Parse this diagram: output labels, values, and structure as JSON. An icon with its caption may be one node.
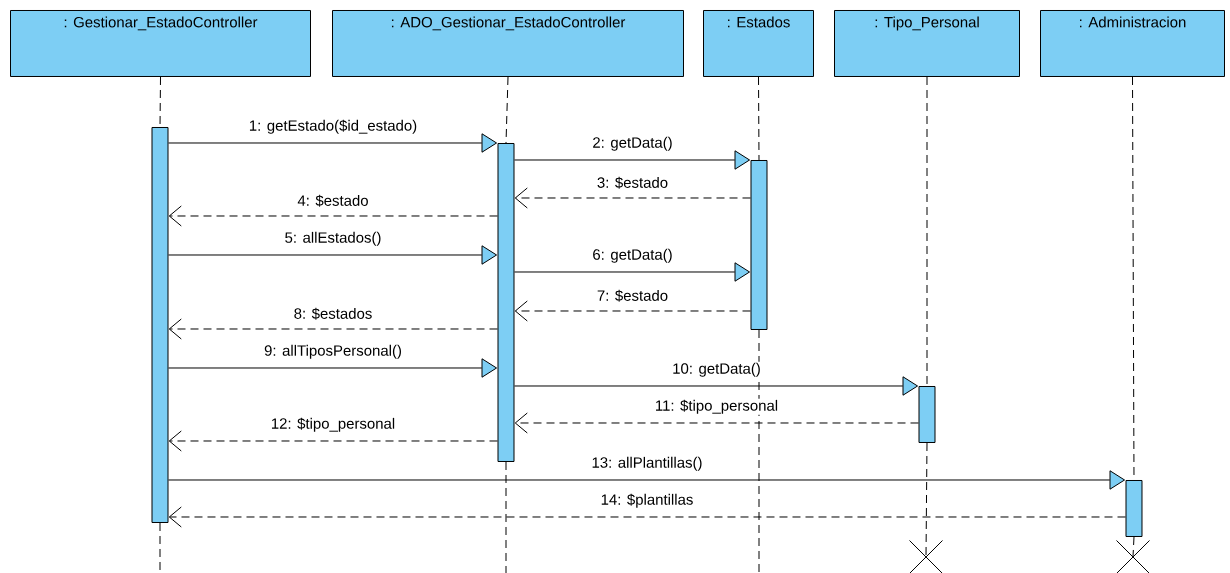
{
  "diagram": {
    "nodes": [
      {
        "text": [
          ": Gestionar_EstadoController"
        ]
      },
      {
        "text": [
          ": ADO_Gestionar_EstadoController"
        ]
      },
      {
        "text": [
          ": Estados"
        ]
      },
      {
        "text": [
          ": Tipo_Personal"
        ]
      },
      {
        "text": [
          ": Administracion"
        ]
      },
      {
        "text": [],
        "shape": "bar"
      },
      {
        "text": [],
        "shape": "bar"
      },
      {
        "text": [],
        "shape": "bar"
      },
      {
        "text": [],
        "shape": "bar"
      },
      {
        "text": [],
        "shape": "bar"
      },
      {
        "text": [],
        "shape": "cross"
      },
      {
        "text": [],
        "shape": "cross"
      }
    ],
    "edges": [
      {
        "from": 5,
        "to": 6,
        "arrow": "to",
        "label": "1: getEstado($id_estado)"
      },
      {
        "from": 6,
        "to": 7,
        "arrow": "to",
        "label": "2: getData()"
      },
      {
        "from": 7,
        "to": 6,
        "arrow": "to",
        "label": "3: $estado",
        "style": "dashed"
      },
      {
        "from": 6,
        "to": 5,
        "arrow": "to",
        "label": "4: $estado",
        "style": "dashed"
      },
      {
        "from": 5,
        "to": 6,
        "arrow": "to",
        "label": "5: allEstados()"
      },
      {
        "from": 6,
        "to": 7,
        "arrow": "to",
        "label": "6: getData()"
      },
      {
        "from": 7,
        "to": 6,
        "arrow": "to",
        "label": "7: $estado",
        "style": "dashed"
      },
      {
        "from": 6,
        "to": 5,
        "arrow": "to",
        "label": "8: $estados",
        "style": "dashed"
      },
      {
        "from": 5,
        "to": 6,
        "arrow": "to",
        "label": "9: allTiposPersonal()"
      },
      {
        "from": 6,
        "to": 8,
        "arrow": "to",
        "label": "10: getData()"
      },
      {
        "from": 8,
        "to": 6,
        "arrow": "to",
        "label": "11: $tipo_personal",
        "style": "dashed"
      },
      {
        "from": 6,
        "to": 5,
        "arrow": "to",
        "label": "12: $tipo_personal",
        "style": "dashed"
      },
      {
        "from": 5,
        "to": 9,
        "arrow": "to",
        "label": "13: allPlantillas()"
      },
      {
        "from": 9,
        "to": 5,
        "arrow": "to",
        "label": "14: $plantillas",
        "style": "dashed"
      },
      {
        "from": 0,
        "to": 5,
        "arrow": "none",
        "style": "dashed"
      },
      {
        "from": 5,
        "to": null,
        "arrow": "none",
        "style": "dashed"
      },
      {
        "from": 1,
        "to": 6,
        "arrow": "none",
        "style": "dashed"
      },
      {
        "from": 6,
        "to": null,
        "arrow": "none",
        "style": "dashed"
      },
      {
        "from": 2,
        "to": 7,
        "arrow": "none",
        "style": "dashed"
      },
      {
        "from": 7,
        "to": null,
        "arrow": "none",
        "style": "dashed"
      },
      {
        "from": 3,
        "to": 8,
        "arrow": "none",
        "style": "dashed"
      },
      {
        "from": 8,
        "to": 10,
        "arrow": "none",
        "style": "dashed"
      },
      {
        "from": 4,
        "to": 9,
        "arrow": "none",
        "style": "dashed"
      },
      {
        "from": 9,
        "to": 11,
        "arrow": "none",
        "style": "dashed"
      }
    ]
  }
}
